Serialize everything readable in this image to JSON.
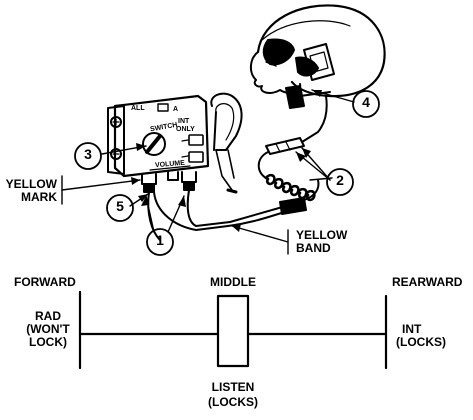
{
  "callouts": [
    "1",
    "2",
    "3",
    "4",
    "5"
  ],
  "labels": {
    "yellow_mark_1": "YELLOW",
    "yellow_mark_2": "MARK",
    "yellow_band_1": "YELLOW",
    "yellow_band_2": "BAND"
  },
  "control_box": {
    "all": "ALL",
    "a": "A",
    "int": "INT",
    "only": "ONLY",
    "switch": "SWITCH",
    "volume": "VOLUME"
  },
  "switch_positions": {
    "forward": "FORWARD",
    "middle": "MIDDLE",
    "rearward": "REARWARD",
    "rad_1": "RAD",
    "rad_2": "(WON'T",
    "rad_3": "LOCK)",
    "int_1": "INT",
    "int_2": "(LOCKS)",
    "listen_1": "LISTEN",
    "listen_2": "(LOCKS)"
  }
}
